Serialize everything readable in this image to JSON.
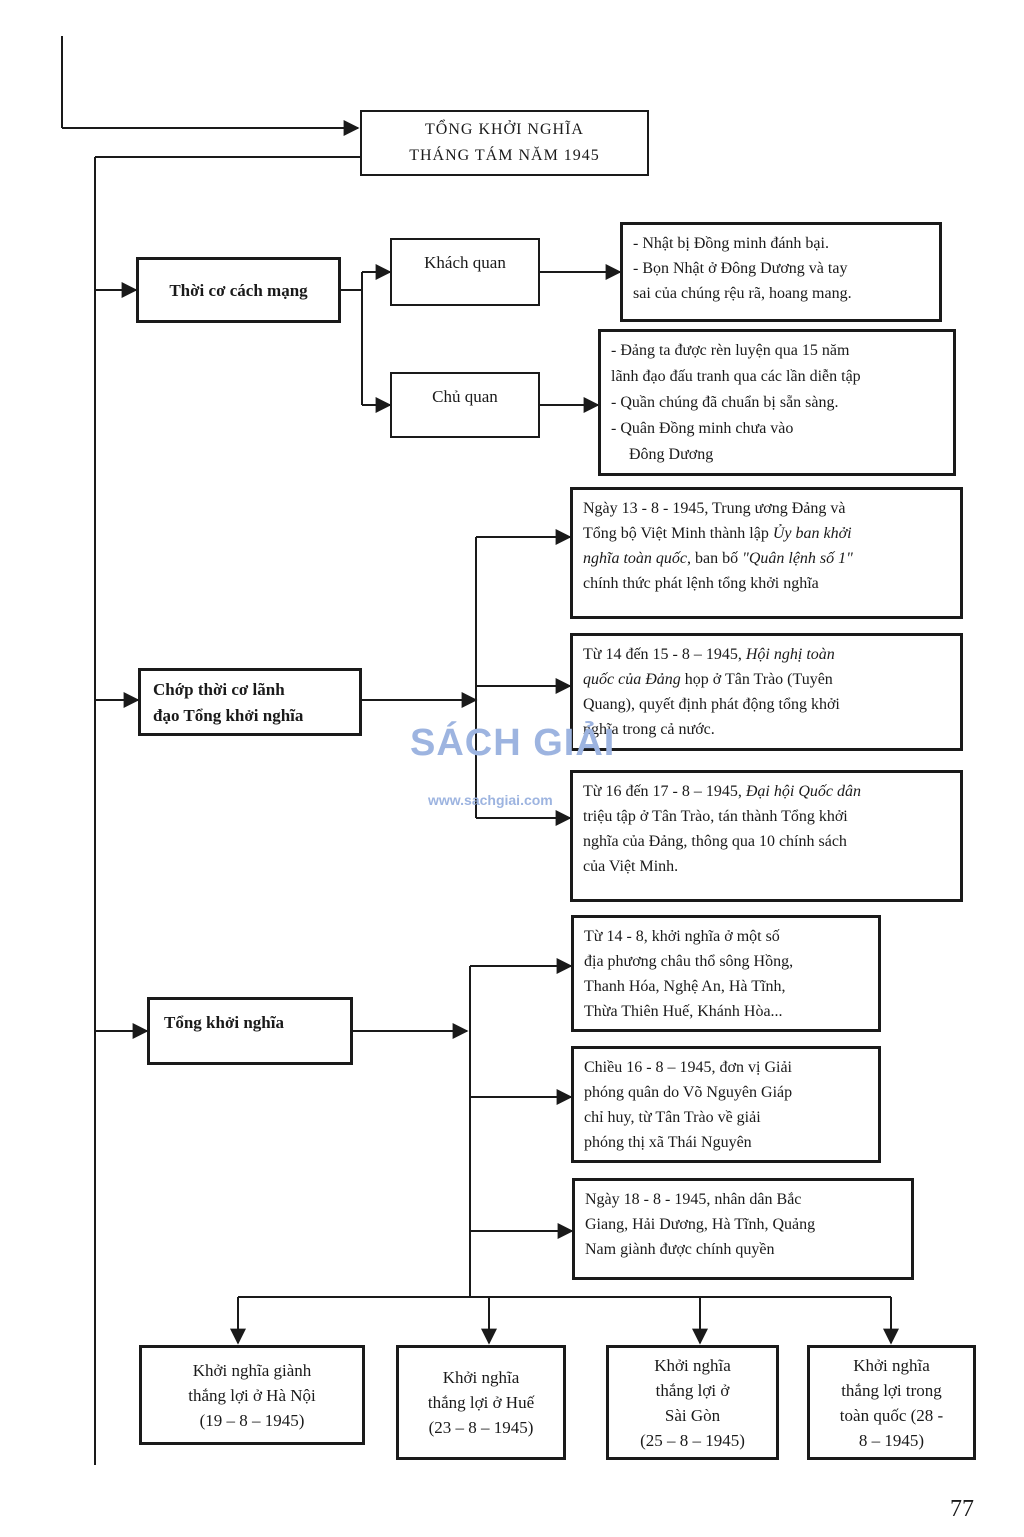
{
  "title": {
    "line1": "TỔNG KHỞI NGHĨA",
    "line2": "THÁNG TÁM NĂM 1945"
  },
  "branches": {
    "thoi_co": "Thời cơ cách mạng",
    "chop_thoi_co": {
      "line1": "Chớp thời cơ lãnh",
      "line2": "đạo Tổng khởi nghĩa"
    },
    "tong_khoi_nghia": "Tổng khởi nghĩa"
  },
  "factors": {
    "khach_quan": "Khách quan",
    "chu_quan": "Chủ quan"
  },
  "details": {
    "khach_quan": [
      "- Nhật bị Đồng minh đánh bại.",
      "- Bọn Nhật ở Đông Dương và tay",
      "sai của chúng rệu rã, hoang mang."
    ],
    "chu_quan": [
      "- Đảng ta được rèn luyện qua 15 năm",
      "lãnh đạo đấu tranh qua các lần diễn tập",
      "- Quần chúng đã chuẩn bị sẵn sàng.",
      "- Quân Đồng minh chưa vào",
      "Đông Dương"
    ]
  },
  "leadership": [
    {
      "t1": "Ngày 13 - 8 - 1945, Trung ương Đảng và",
      "t2": "Tổng bộ Việt Minh thành lập ",
      "i2": "Ủy ban khởi",
      "i3": "nghĩa toàn quốc",
      "t3": ", ban bố ",
      "i3b": "\"Quân lệnh số 1\"",
      "t4": "chính thức phát lệnh tổng khởi nghĩa"
    },
    {
      "t1": "Từ 14 đến 15 - 8 – 1945, ",
      "i1": "Hội nghị toàn",
      "i2": "quốc của Đảng",
      "t2": " họp ở Tân Trào (Tuyên",
      "t3": "Quang), quyết định phát động tổng khởi",
      "t4": "nghĩa trong cả nước."
    },
    {
      "t1": "Từ 16 đến 17 - 8 – 1945, ",
      "i1": "Đại hội Quốc dân",
      "t2": "triệu tập ở Tân Trào, tán thành Tổng khởi",
      "t3": "nghĩa của Đảng, thông qua 10 chính sách",
      "t4": "của Việt Minh."
    }
  ],
  "uprising": [
    [
      "Từ 14 - 8, khởi nghĩa ở một số",
      "địa phương châu thổ sông Hồng,",
      "Thanh Hóa, Nghệ An, Hà Tĩnh,",
      "Thừa Thiên Huế, Khánh Hòa..."
    ],
    [
      "Chiều 16 - 8 – 1945, đơn vị Giải",
      "phóng quân do Võ Nguyên Giáp",
      "chỉ huy, từ Tân Trào về giải",
      "phóng thị xã Thái Nguyên"
    ],
    [
      "Ngày 18 - 8 - 1945, nhân dân Bắc",
      "Giang, Hải Dương, Hà Tĩnh, Quảng",
      "Nam giành được chính quyền"
    ]
  ],
  "victories": [
    [
      "Khởi nghĩa giành",
      "thắng lợi ở Hà Nội",
      "(19 – 8 – 1945)"
    ],
    [
      "Khởi nghĩa",
      "thắng lợi ở Huế",
      "(23 – 8 – 1945)"
    ],
    [
      "Khởi nghĩa",
      "thắng lợi ở",
      "Sài Gòn",
      "(25 – 8 – 1945)"
    ],
    [
      "Khởi nghĩa",
      "thắng lợi trong",
      "toàn quốc (28 -",
      "8 – 1945)"
    ]
  ],
  "watermark": {
    "logo": "SÁCH GIẢI",
    "url": "www.sachgiai.com"
  },
  "page_number": "77"
}
